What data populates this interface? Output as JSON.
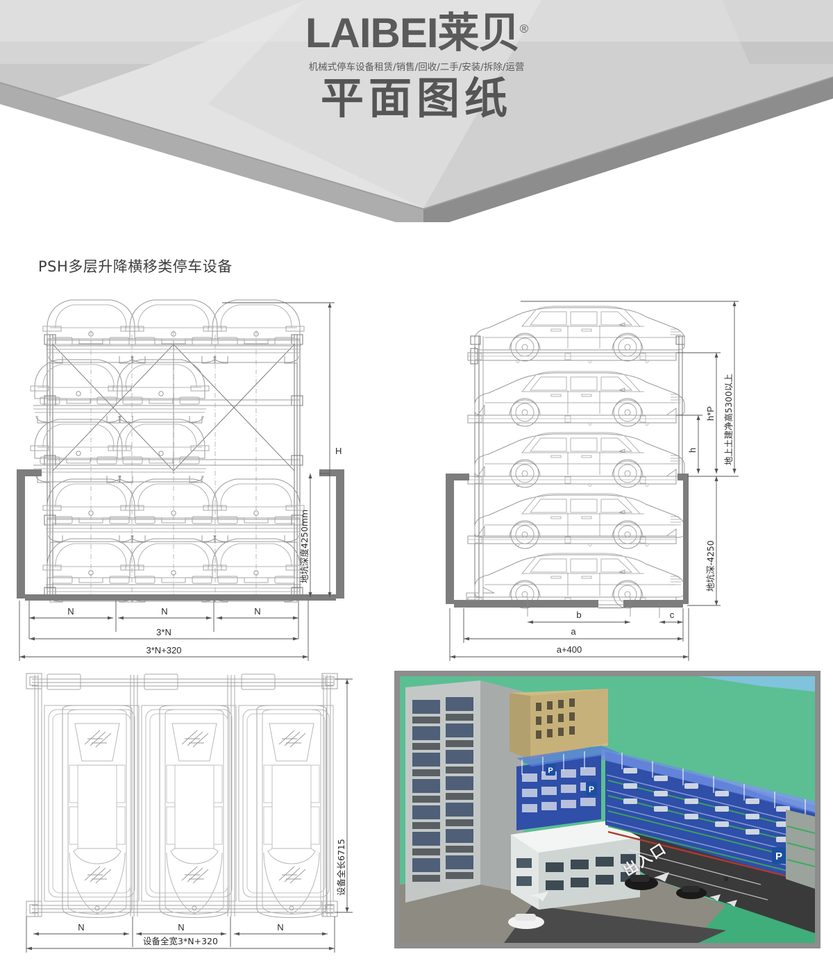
{
  "header": {
    "logo_text": "LAIBEI莱贝",
    "registered_mark": "®",
    "subtitle": "机械式停车设备租赁/销售/回收/二手/安装/拆除/运营",
    "title": "平面图纸"
  },
  "section": {
    "title": "PSH多层升降横移类停车设备"
  },
  "front_view": {
    "name": "front-elevation",
    "height_label": "H",
    "pit_depth_label": "地坑深度4250mm",
    "bay_labels": [
      "N",
      "N",
      "N"
    ],
    "total_inner_label": "3*N",
    "total_outer_label": "3*N+320",
    "rows": 5,
    "columns": 3
  },
  "side_view": {
    "name": "side-section",
    "clear_height_label": "地上土建净高5300以上",
    "lift_label": "h*P",
    "level_label": "h",
    "pit_depth_label": "地坑深-4250",
    "dim_b": "b",
    "dim_a": "a",
    "dim_c": "c",
    "dim_a400": "a+400",
    "levels": 5
  },
  "plan_view": {
    "name": "top-plan",
    "length_label": "设备全长6715",
    "bay_labels": [
      "N",
      "N",
      "N"
    ],
    "width_label": "设备全宽3*N+320",
    "bays": 3
  },
  "photo": {
    "name": "project-render",
    "entrance_label": "出入口",
    "parking_sign": "P",
    "colors": {
      "sky_green": "#55b98d",
      "structure_blue": "#2f4fa8",
      "canopy_blue": "#4a6fd0",
      "sign_blue": "#1b4fa0",
      "ground_grey": "#8e8b82",
      "road_dark": "#3a3a3a",
      "building_grey": "#b9bdbd",
      "building_tan": "#cdb97f",
      "border": "#8d8d8d"
    }
  },
  "palette": {
    "line": "#555555",
    "thin_line": "#9a9a9a",
    "wall_grey": "#7d7d7d",
    "text": "#2b2b2b",
    "banner_light": "#e6e6e6",
    "banner_mid": "#cfcfcf",
    "banner_dark": "#a8a8a8",
    "banner_edge": "#8f8f8f"
  }
}
